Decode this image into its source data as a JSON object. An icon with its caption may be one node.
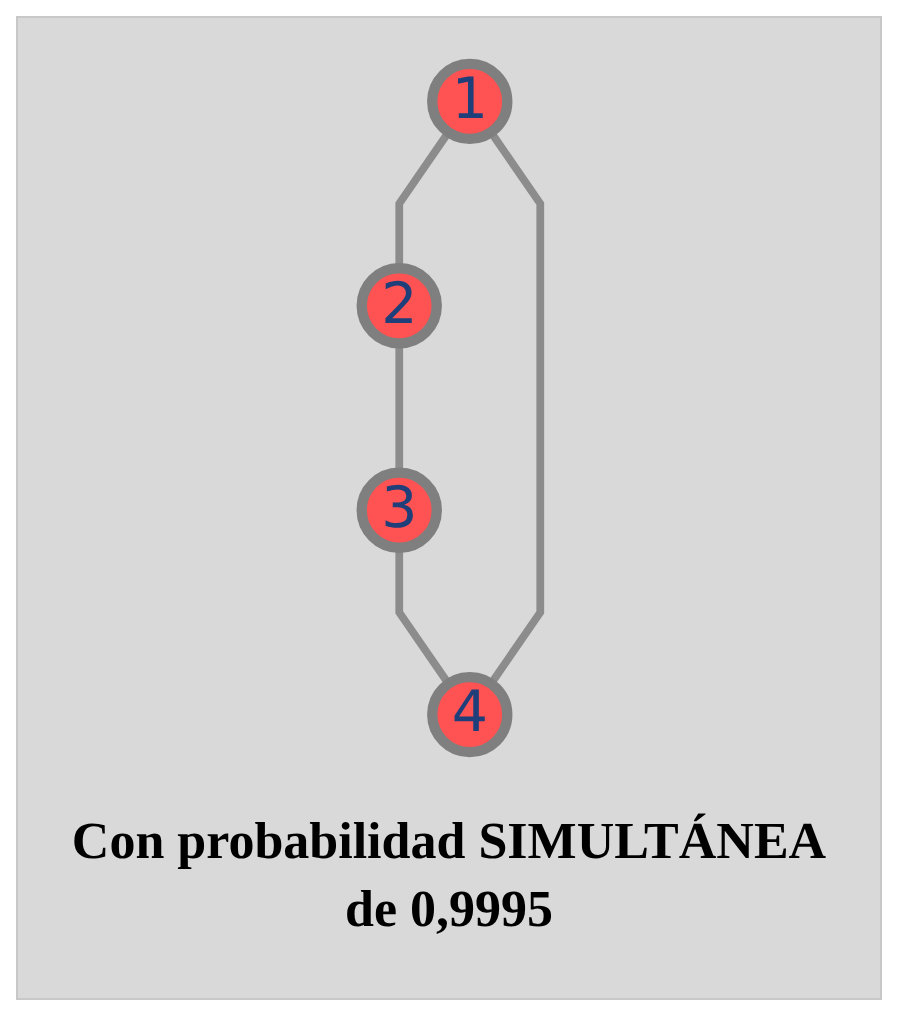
{
  "diagram": {
    "caption": "Con probabilidad SIMULTÁNEA de 0,9995",
    "nodes": [
      {
        "text": [
          "1"
        ]
      },
      {
        "text": [
          "4"
        ]
      },
      {
        "text": [
          "2"
        ]
      },
      {
        "text": [
          "3"
        ]
      }
    ],
    "edges": [
      {
        "from": 0,
        "to": 2,
        "arrow": "none"
      },
      {
        "from": 2,
        "to": 3,
        "arrow": "none"
      },
      {
        "from": 3,
        "to": 1,
        "arrow": "none"
      },
      {
        "from": 1,
        "to": 0,
        "arrow": "none"
      }
    ]
  }
}
